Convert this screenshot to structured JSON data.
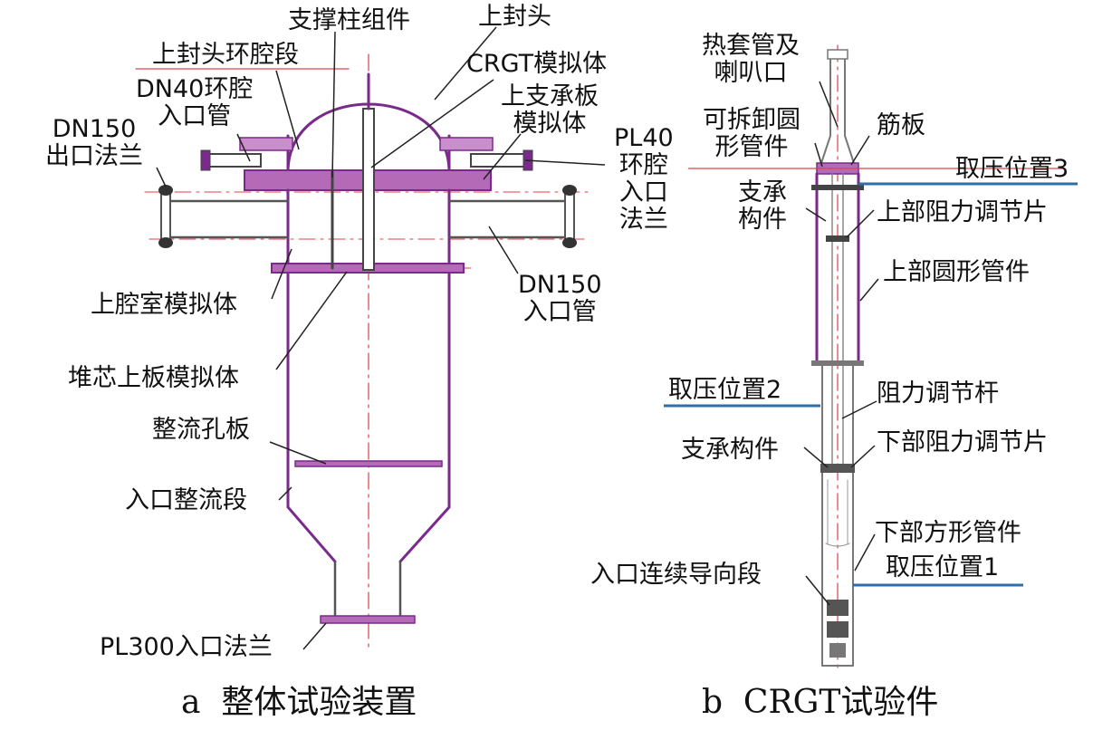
{
  "figure_a": {
    "caption": "a  整体试验装置",
    "labels": {
      "support_column": "支撑柱组件",
      "upper_head": "上封头",
      "upper_head_annulus": "上封头环腔段",
      "crgt_simulator": "CRGT模拟体",
      "dn40_inlet": "DN40环腔\n入口管",
      "upper_support_plate": "上支承板\n模拟体",
      "dn150_outlet_flange": "DN150\n出口法兰",
      "pl40_flange": "PL40\n环腔\n入口\n法兰",
      "upper_plenum": "上腔室模拟体",
      "dn150_inlet": "DN150\n入口管",
      "upper_core_plate": "堆芯上板模拟体",
      "flow_orifice": "整流孔板",
      "inlet_straightening": "入口整流段",
      "pl300_flange": "PL300入口法兰"
    }
  },
  "figure_b": {
    "caption": "b  CRGT试验件",
    "labels": {
      "thermal_sleeve": "热套管及\n喇叭口",
      "removable_tube": "可拆卸圆\n形管件",
      "rib_plate": "筋板",
      "pressure_tap_3": "取压位置3",
      "support_member_top": "支承\n构件",
      "upper_resistance_plate": "上部阻力调节片",
      "upper_round_tube": "上部圆形管件",
      "pressure_tap_2": "取压位置2",
      "resistance_rod": "阻力调节杆",
      "support_member": "支承构件",
      "lower_resistance_plate": "下部阻力调节片",
      "lower_square_tube": "下部方形管件",
      "pressure_tap_1": "取压位置1",
      "inlet_guide": "入口连续导向段"
    }
  },
  "colors": {
    "structure": "#7a2a8a",
    "fill": "#b56ab8",
    "centerline": "#e0404a",
    "leader": "#222222",
    "pressure_line": "#2e6fa8"
  }
}
